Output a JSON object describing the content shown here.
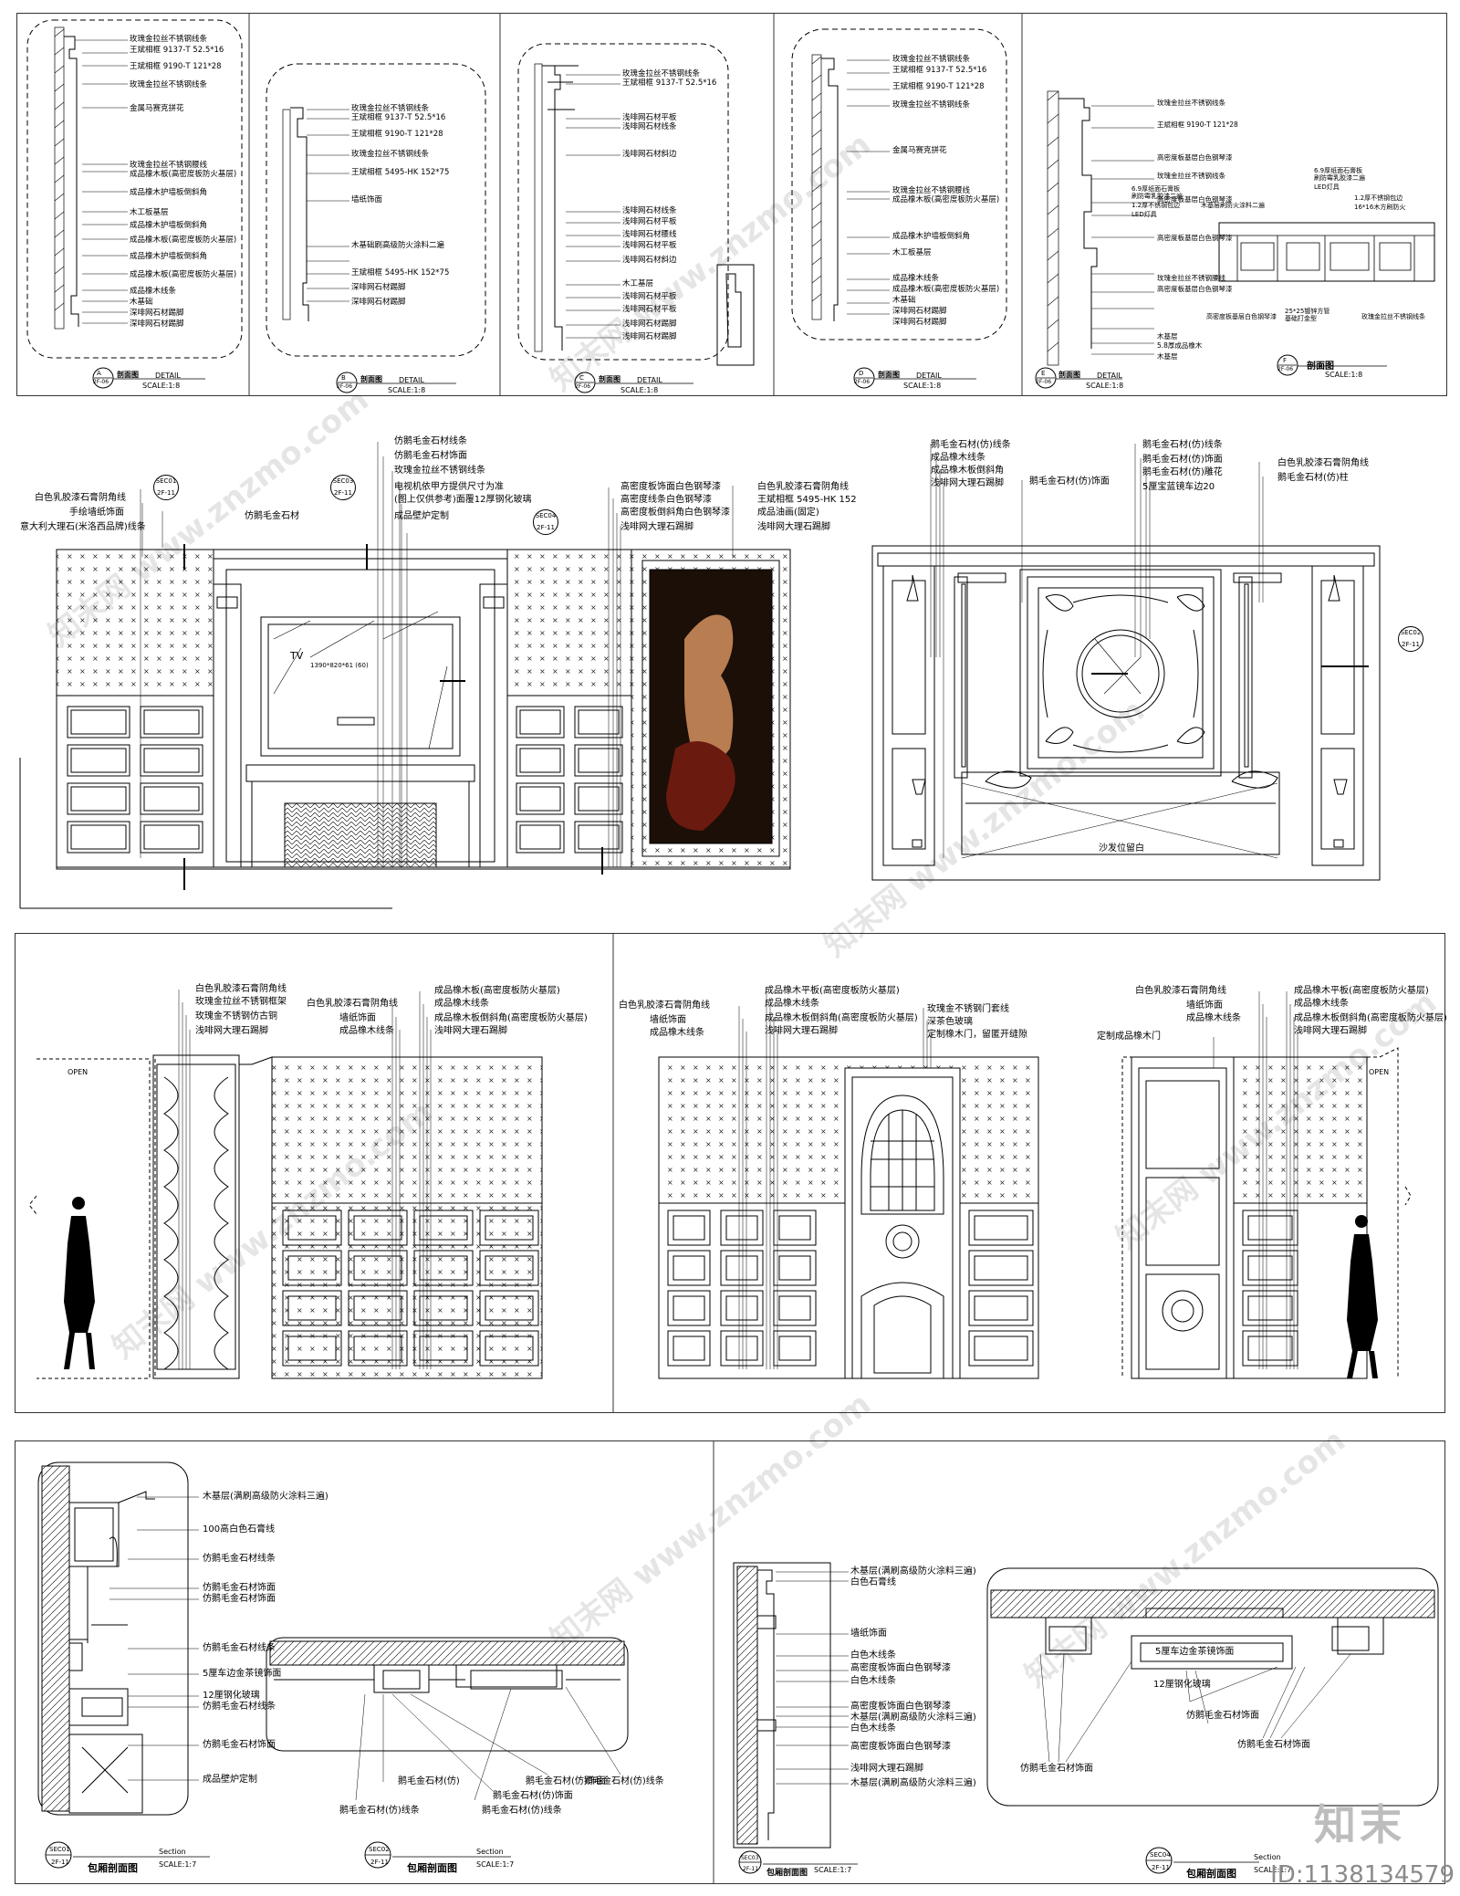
{
  "details": [
    {
      "id": "A",
      "sheet": "2F-06",
      "title": "剖面图",
      "sub": "DETAIL",
      "scale": "SCALE:1:8",
      "labels": [
        "玫瑰金拉丝不锈钢线条",
        "王斌相框 9137-T 52.5*16",
        "王斌相框 9190-T 121*28",
        "玫瑰金拉丝不锈钢线条",
        "金属马赛克拼花",
        "玫瑰金拉丝不锈钢腰线",
        "成品橡木板(高密度板防火基层)",
        "成品橡木护墙板倒斜角",
        "木工板基层",
        "成品橡木护墙板倒斜角",
        "成品橡木板(高密度板防火基层)",
        "成品橡木护墙板倒斜角",
        "成品橡木板(高密度板防火基层)",
        "成品橡木线条",
        "木基础",
        "深啡网石材踢脚",
        "深啡网石材踢脚"
      ]
    },
    {
      "id": "B",
      "sheet": "2F-06",
      "title": "剖面图",
      "sub": "DETAIL",
      "scale": "SCALE:1:8",
      "labels": [
        "玫瑰金拉丝不锈钢线条",
        "王斌相框 9137-T 52.5*16",
        "王斌相框 9190-T 121*28",
        "玫瑰金拉丝不锈钢线条",
        "王斌相框 5495-HK 152*75",
        "墙纸饰面",
        "木基础刷高级防火涂料二遍",
        "王斌相框 5495-HK 152*75",
        "深啡网石材踢脚",
        "深啡网石材踢脚"
      ]
    },
    {
      "id": "C",
      "sheet": "2F-06",
      "title": "剖面图",
      "sub": "DETAIL",
      "scale": "SCALE:1:8",
      "labels": [
        "玫瑰金拉丝不锈钢线条",
        "王斌相框 9137-T 52.5*16",
        "浅啡网石材平板",
        "浅啡网石材线条",
        "浅啡网石材斜边",
        "浅啡网石材线条",
        "浅啡网石材平板",
        "浅啡网石材腰线",
        "浅啡网石材平板",
        "浅啡网石材斜边",
        "木工基层",
        "浅啡网石材平板",
        "浅啡网石材平板",
        "浅啡网石材踢脚",
        "浅啡网石材踢脚"
      ]
    },
    {
      "id": "D",
      "sheet": "2F-06",
      "title": "剖面图",
      "sub": "DETAIL",
      "scale": "SCALE:1:8",
      "labels": [
        "玫瑰金拉丝不锈钢线条",
        "王斌相框 9137-T 52.5*16",
        "王斌相框 9190-T 121*28",
        "玫瑰金拉丝不锈钢线条",
        "金属马赛克拼花",
        "玫瑰金拉丝不锈钢腰线",
        "成品橡木板(高密度板防火基层)",
        "成品橡木护墙板倒斜角",
        "木工板基层",
        "成品橡木线条",
        "成品橡木板(高密度板防火基层)",
        "木基础",
        "深啡网石材踢脚",
        "深啡网石材踢脚"
      ]
    },
    {
      "id": "E",
      "sheet": "2F-06",
      "title": "剖面图",
      "sub": "DETAIL",
      "scale": "SCALE:1:8",
      "labels": [
        "玫瑰金拉丝不锈钢线条",
        "王斌相框 9190-T 121*28",
        "高密度板基层白色钢琴漆",
        "玫瑰金拉丝不锈钢线条",
        "高密度板基层白色钢琴漆",
        "6.9厚纸面石膏板",
        "刷防霉乳胶漆二遍",
        "1.2厚不锈钢包边",
        "LED灯具",
        "高密度板基层白色钢琴漆",
        "玫瑰金拉丝不锈钢腰线",
        "高密度板基层白色钢琴漆",
        "木基层",
        "5.8厚成品橡木",
        "木基层"
      ]
    },
    {
      "id": "F",
      "sheet": "2F-06",
      "title": "剖面图",
      "scale": "SCALE:1:8",
      "labels": [
        "6.9厚纸面石膏板",
        "刷防霉乳胶漆二遍",
        "LED灯具",
        "1.2厚不锈钢包边",
        "16*16木方刷防火",
        "木基层刷防火涂料二遍",
        "高密度板基层白色钢琴漆",
        "玫瑰金拉丝不锈钢线条",
        "25*25镀锌方管",
        "基础打金型"
      ]
    }
  ],
  "elev1": {
    "bubbles": [
      {
        "a": "SEC01",
        "b": "2F-11"
      },
      {
        "a": "SEC03",
        "b": "2F-11"
      },
      {
        "a": "SEC04",
        "b": "2F-11"
      }
    ],
    "top_labels": [
      "仿鹅毛金石材线条",
      "仿鹅毛金石材饰面",
      "玫瑰金拉丝不锈钢线条",
      "电视机依甲方提供尺寸为准",
      "(图上仅供参考)面覆12厚钢化玻璃",
      "成品壁炉定制"
    ],
    "left_labels": [
      "白色乳胶漆石膏阴角线",
      "手绘墙纸饰面",
      "意大利大理石(米洛西品牌)线条"
    ],
    "mid_label": "仿鹅毛金石材",
    "right_labels": [
      "高密度板饰面白色钢琴漆",
      "高密度线条白色钢琴漆",
      "高密度板倒斜角白色钢琴漆",
      "浅啡网大理石踢脚"
    ],
    "far_right_labels": [
      "白色乳胶漆石膏阴角线",
      "王斌相框 5495-HK 152",
      "成品油画(固定)",
      "浅啡网大理石踢脚"
    ],
    "tv_text": "TV",
    "tv_dim": "1390*820*61 (60)"
  },
  "elev2": {
    "bubble": {
      "a": "SEC02",
      "b": "2F-11"
    },
    "left_labels": [
      "鹅毛金石材(仿)线条",
      "成品橡木线条",
      "成品橡木板倒斜角",
      "浅啡网大理石踢脚"
    ],
    "mid_labels": [
      "鹅毛金石材(仿)线条",
      "鹅毛金石材(仿)饰面",
      "鹅毛金石材(仿)雕花",
      "5厘宝蓝镜车边20"
    ],
    "mid_left_label": "鹅毛金石材(仿)饰面",
    "right_labels": [
      "白色乳胶漆石膏阴角线",
      "鹅毛金石材(仿)柱"
    ],
    "caption": "沙发位留白"
  },
  "elev3": {
    "labels_a": [
      "白色乳胶漆石膏阴角线",
      "玫瑰金拉丝不锈钢框架",
      "玫瑰金不锈钢仿古铜",
      "浅啡网大理石踢脚"
    ],
    "labels_b": [
      "白色乳胶漆石膏阴角线",
      "墙纸饰面",
      "成品橡木线条"
    ],
    "labels_c": [
      "成品橡木板(高密度板防火基层)",
      "成品橡木线条",
      "成品橡木板倒斜角(高密度板防火基层)",
      "浅啡网大理石踢脚"
    ],
    "open": "OPEN"
  },
  "elev4": {
    "labels_a": [
      "白色乳胶漆石膏阴角线",
      "墙纸饰面",
      "成品橡木线条"
    ],
    "labels_b": [
      "成品橡木平板(高密度板防火基层)",
      "成品橡木线条",
      "成品橡木板倒斜角(高密度板防火基层)",
      "浅啡网大理石踢脚"
    ],
    "labels_c": [
      "玫瑰金不锈钢门套线",
      "深茶色玻璃",
      "定制橡木门，留匿开缝隙"
    ]
  },
  "elev5": {
    "labels_a": [
      "白色乳胶漆石膏阴角线",
      "墙纸饰面",
      "成品橡木线条"
    ],
    "label_door": "定制成品橡木门",
    "labels_b": [
      "成品橡木平板(高密度板防火基层)",
      "成品橡木线条",
      "成品橡木板倒斜角(高密度板防火基层)",
      "浅啡网大理石踢脚"
    ],
    "open": "OPEN"
  },
  "sec1": {
    "labels": [
      "木基层(满刷高级防火涂料三遍)",
      "100高白色石膏线",
      "仿鹅毛金石材线条",
      "仿鹅毛金石材饰面",
      "仿鹅毛金石材饰面",
      "仿鹅毛金石材线条",
      "5厘车边金茶镜饰面",
      "12厘钢化玻璃",
      "仿鹅毛金石材线条",
      "仿鹅毛金石材饰面",
      "成品壁炉定制"
    ],
    "bubble": {
      "a": "SEC01",
      "b": "2F-11"
    },
    "title": "包厢剖面图",
    "sub": "Section",
    "scale": "SCALE:1:7"
  },
  "sec2": {
    "labels_bottom": [
      "鹅毛金石材(仿)",
      "鹅毛金石材(仿)线条",
      "鹅毛金石材(仿)饰面",
      "鹅毛金石材(仿)线条",
      "鹅毛金石材(仿)饰面",
      "鹅毛金石材(仿)线条"
    ],
    "bubble": {
      "a": "SEC02",
      "b": "2F-11"
    },
    "title": "包厢剖面图",
    "sub": "Section",
    "scale": "SCALE:1:7"
  },
  "sec3": {
    "labels": [
      "木基层(满刷高级防火涂料三遍)",
      "白色石膏线",
      "墙纸饰面",
      "白色木线条",
      "高密度板饰面白色钢琴漆",
      "白色木线条",
      "高密度板饰面白色钢琴漆",
      "木基层(满刷高级防火涂料三遍)",
      "白色木线条",
      "高密度板饰面白色钢琴漆",
      "浅啡网大理石踢脚",
      "木基层(满刷高级防火涂料三遍)"
    ],
    "bubble": {
      "a": "SEC03",
      "b": "2F-11"
    },
    "title": "包厢剖面图",
    "scale": "SCALE:1:7"
  },
  "sec4": {
    "labels_mid": [
      "5厘车边金茶镜饰面",
      "12厘钢化玻璃",
      "仿鹅毛金石材饰面"
    ],
    "labels_bottom": [
      "仿鹅毛金石材饰面",
      "仿鹅毛金石材饰面"
    ],
    "bubble": {
      "a": "SEC04",
      "b": "2F-11"
    },
    "title": "包厢剖面图",
    "sub": "Section",
    "scale": "SCALE:1:7"
  },
  "watermark": "知末网 www.znzmo.com",
  "brand": "知末",
  "id_tag": "ID:1138134579"
}
